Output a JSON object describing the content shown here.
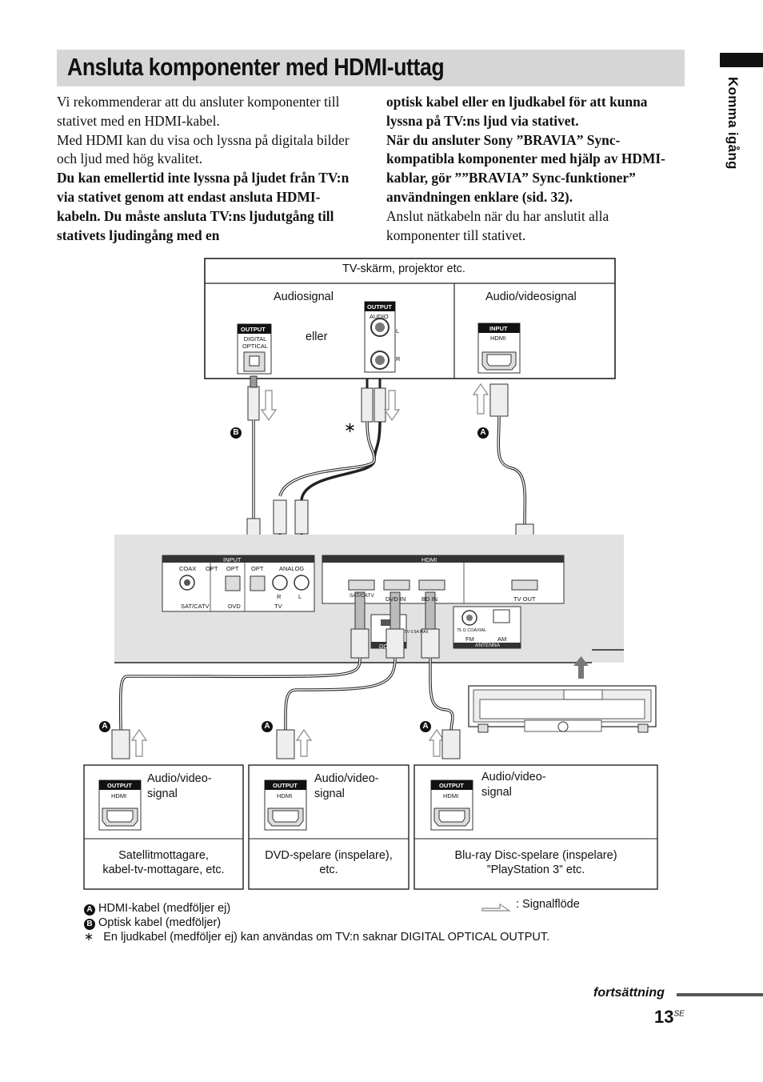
{
  "title": "Ansluta komponenter med HDMI-uttag",
  "side_tab": "Komma igång",
  "left_column": {
    "p1": "Vi rekommenderar att du ansluter komponenter till stativet med en HDMI-kabel.",
    "p2": "Med HDMI kan du visa och lyssna på digitala bilder och ljud med hög kvalitet.",
    "p3_bold": "Du kan emellertid inte lyssna på ljudet från TV:n via stativet genom att endast ansluta HDMI-kabeln. Du måste ansluta TV:ns ljudutgång till stativets ljudingång med en"
  },
  "right_column": {
    "p1_bold": "optisk kabel eller en ljudkabel för att kunna lyssna på TV:ns ljud via stativet.",
    "p2_bold": "När du ansluter Sony ”BRAVIA” Sync-kompatibla komponenter med hjälp av HDMI-kablar, gör ””BRAVIA” Sync-funktioner” användningen enklare (sid. 32).",
    "p3": "Anslut nätkabeln när du har anslutit alla komponenter till stativet."
  },
  "tv_box": {
    "title": "TV-skärm, projektor etc.",
    "audio_signal": "Audiosignal",
    "av_signal": "Audio/videosignal",
    "or": "eller",
    "output_label": "OUTPUT",
    "digital_optical": "DIGITAL OPTICAL",
    "audio": "AUDIO",
    "l": "L",
    "r": "R",
    "input_label": "INPUT",
    "hdmi": "HDMI"
  },
  "stand_panel": {
    "input": "INPUT",
    "coax": "COAX",
    "opt": "OPT",
    "analog": "ANALOG",
    "sat_catv": "SAT/CATV",
    "dvd": "DVD",
    "tv": "TV",
    "r": "R",
    "l": "L",
    "hdmi": "HDMI",
    "sat_catv_in": "SAT/CATV",
    "dvd_in": "DVD IN",
    "bd_in": "BD IN",
    "tv_out": "TV OUT",
    "dc": "DC",
    "dc_rating": "5V 0.5A MAX",
    "coaxial": "75 Ω COAXIAL",
    "fm": "FM",
    "am": "AM",
    "antenna": "ANTENNA"
  },
  "markers": {
    "a": "A",
    "b": "B",
    "asterisk": "∗"
  },
  "devices": [
    {
      "output": "OUTPUT",
      "hdmi": "HDMI",
      "signal": "Audio/video-\nsignal",
      "name": "Satellitmottagare,\nkabel-tv-mottagare, etc."
    },
    {
      "output": "OUTPUT",
      "hdmi": "HDMI",
      "signal": "Audio/video-\nsignal",
      "name": "DVD-spelare (inspelare),\netc."
    },
    {
      "output": "OUTPUT",
      "hdmi": "HDMI",
      "signal": "Audio/video-\nsignal",
      "name": "Blu-ray Disc-spelare (inspelare)\n”PlayStation 3” etc."
    }
  ],
  "legend": {
    "signal_flow": ": Signalflöde",
    "a_text": "HDMI-kabel (medföljer ej)",
    "b_text": "Optisk kabel (medföljer)",
    "star_text": "En ljudkabel (medföljer ej) kan användas om TV:n saknar DIGITAL OPTICAL OUTPUT."
  },
  "footer": {
    "continued": "fortsättning",
    "page": "13",
    "page_suffix": "SE"
  }
}
